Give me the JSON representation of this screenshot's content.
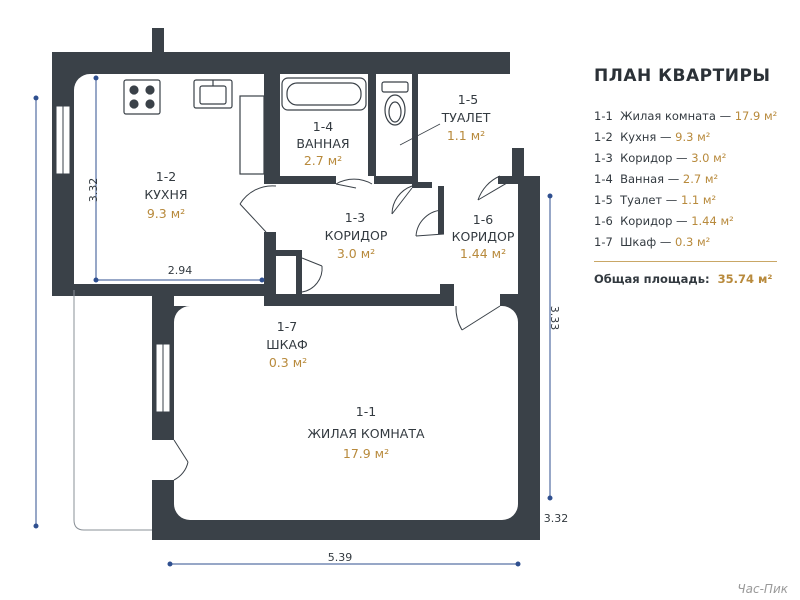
{
  "legend": {
    "title": "ПЛАН КВАРТИРЫ",
    "items": [
      {
        "code": "1-1",
        "name": "Жилая комната",
        "area": "17.9 м²"
      },
      {
        "code": "1-2",
        "name": "Кухня",
        "area": "9.3 м²"
      },
      {
        "code": "1-3",
        "name": "Коридор",
        "area": "3.0 м²"
      },
      {
        "code": "1-4",
        "name": "Ванная",
        "area": "2.7 м²"
      },
      {
        "code": "1-5",
        "name": "Туалет",
        "area": "1.1 м²"
      },
      {
        "code": "1-6",
        "name": "Коридор",
        "area": "1.44 м²"
      },
      {
        "code": "1-7",
        "name": "Шкаф",
        "area": "0.3 м²"
      }
    ],
    "total_label": "Общая площадь:",
    "total_value": "35.74 м²"
  },
  "rooms": {
    "r1_1": {
      "code": "1-1",
      "name": "ЖИЛАЯ КОМНАТА",
      "area": "17.9 м²"
    },
    "r1_2": {
      "code": "1-2",
      "name": "КУХНЯ",
      "area": "9.3 м²"
    },
    "r1_3": {
      "code": "1-3",
      "name": "КОРИДОР",
      "area": "3.0 м²"
    },
    "r1_4": {
      "code": "1-4",
      "name": "ВАННАЯ",
      "area": "2.7 м²"
    },
    "r1_5": {
      "code": "1-5",
      "name": "ТУАЛЕТ",
      "area": "1.1 м²"
    },
    "r1_6": {
      "code": "1-6",
      "name": "КОРИДОР",
      "area": "1.44 м²"
    },
    "r1_7": {
      "code": "1-7",
      "name": "ШКАФ",
      "area": "0.3 м²"
    }
  },
  "dimensions": {
    "kitchen_height": "3.32",
    "kitchen_width": "2.94",
    "right_upper": "3.33",
    "right_lower": "3.32",
    "bottom_width": "5.39"
  },
  "watermark": "Час-Пик",
  "colors": {
    "wall": "#3a4148",
    "accent": "#b88a3c",
    "dimension": "#2f4f8f",
    "text": "#333a40"
  }
}
